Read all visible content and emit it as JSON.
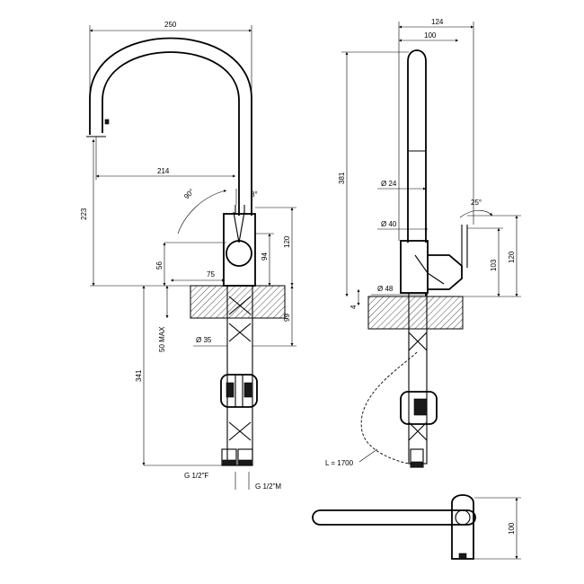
{
  "dimensions": {
    "front": {
      "width_250": "250",
      "reach_214": "214",
      "height_223": "223",
      "angle_90": "90°",
      "angle_8": "8°",
      "h_120": "120",
      "h_94": "94",
      "h_56": "56",
      "w_75": "75",
      "h_99": "99",
      "max_50": "50 MAX",
      "dia_35": "Ø 35",
      "len_341": "341",
      "thread_f": "G 1/2\"F",
      "thread_m": "G 1/2\"M"
    },
    "side": {
      "w_124": "124",
      "w_100": "100",
      "h_381": "381",
      "dia_24": "Ø 24",
      "dia_40": "Ø 40",
      "angle_25": "25°",
      "h_103": "103",
      "h_120": "120",
      "dia_48": "Ø 48",
      "t_4": "4",
      "hose_len": "L = 1700"
    },
    "top": {
      "h_100": "100"
    }
  }
}
